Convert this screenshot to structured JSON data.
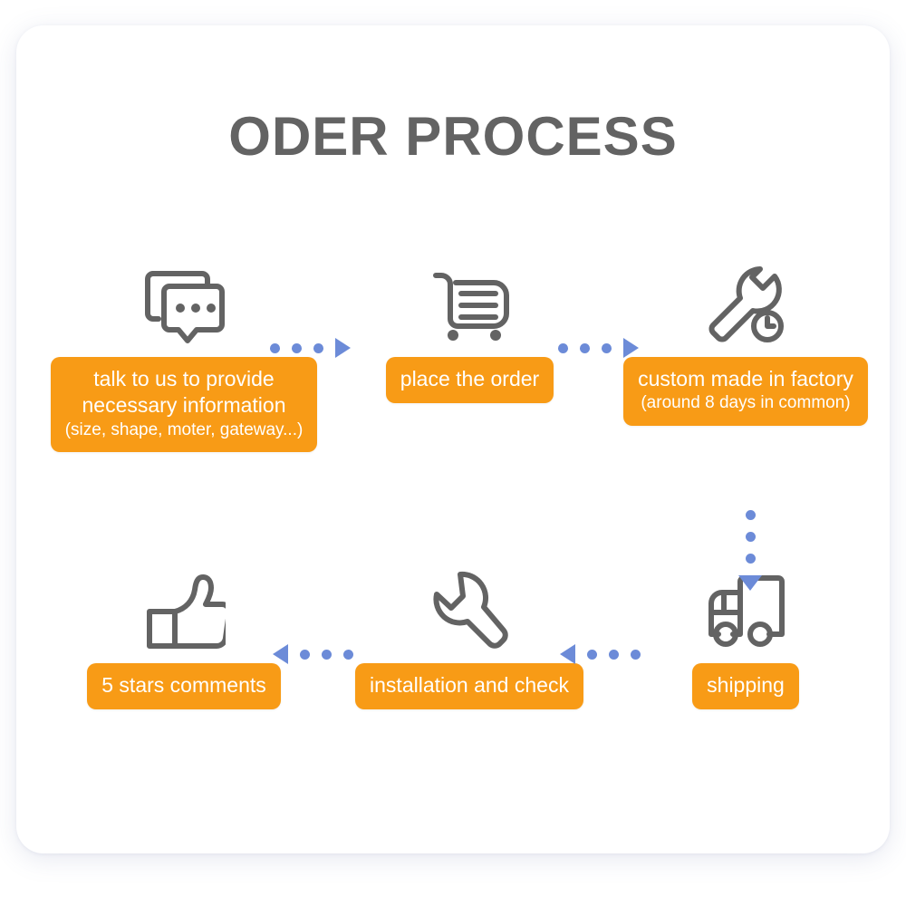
{
  "page": {
    "title": "ODER PROCESS",
    "background_color": "#ffffff",
    "card_color": "#ffffff",
    "title_color": "#636363",
    "chip_color": "#F89B16",
    "chip_text_color": "#ffffff",
    "arrow_color": "#6C8BD8",
    "icon_color": "#636363"
  },
  "steps": [
    {
      "index": 1,
      "icon": "chat-bubbles-icon",
      "lines": [
        "talk to us to provide",
        "necessary information",
        "(size, shape, moter, gateway...)"
      ]
    },
    {
      "index": 2,
      "icon": "shopping-cart-icon",
      "lines": [
        "place the order"
      ]
    },
    {
      "index": 3,
      "icon": "wrench-clock-icon",
      "lines": [
        "custom made in factory",
        "(around 8 days in common)"
      ]
    },
    {
      "index": 4,
      "icon": "delivery-truck-icon",
      "lines": [
        "shipping"
      ]
    },
    {
      "index": 5,
      "icon": "wrench-icon",
      "lines": [
        "installation and check"
      ]
    },
    {
      "index": 6,
      "icon": "thumbs-up-icon",
      "lines": [
        "5 stars comments"
      ]
    }
  ],
  "connectors": [
    {
      "name": "arrow-step1-to-step2",
      "direction": "right",
      "dots": 3
    },
    {
      "name": "arrow-step2-to-step3",
      "direction": "right",
      "dots": 3
    },
    {
      "name": "arrow-step3-to-step4",
      "direction": "down",
      "dots": 3
    },
    {
      "name": "arrow-step4-to-step5",
      "direction": "left",
      "dots": 3
    },
    {
      "name": "arrow-step5-to-step6",
      "direction": "left",
      "dots": 3
    }
  ]
}
